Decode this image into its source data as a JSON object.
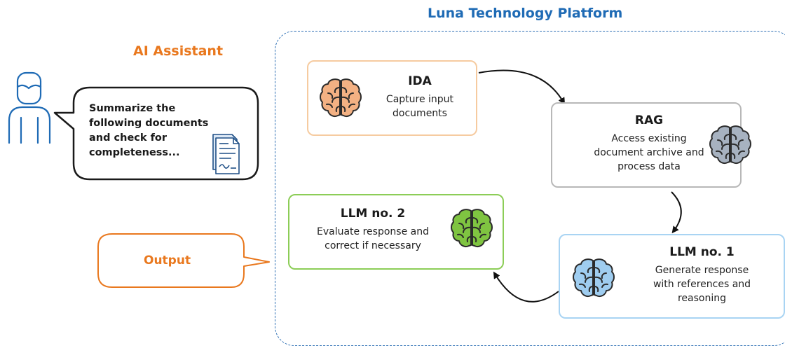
{
  "platform": {
    "title": "Luna Technology Platform",
    "border_color": "#2d6fb4"
  },
  "assistant": {
    "title": "AI Assistant",
    "accent_color": "#e9781e",
    "user_icon": "user-icon",
    "document_icon": "document-icon",
    "prompt_lines": [
      "Summarize the",
      "following documents",
      "and check for",
      "completeness..."
    ]
  },
  "output": {
    "label": "Output"
  },
  "steps": {
    "ida": {
      "title": "IDA",
      "desc_lines": [
        "Capture input",
        "documents"
      ],
      "color": "#f6cba0",
      "icon": "brain-icon"
    },
    "rag": {
      "title": "RAG",
      "desc_lines": [
        "Access existing",
        "document archive and",
        "process data"
      ],
      "color": "#b8b8b8",
      "icon": "brain-icon"
    },
    "llm1": {
      "title": "LLM no. 1",
      "desc_lines": [
        "Generate response",
        "with references and",
        "reasoning"
      ],
      "color": "#a9d4f3",
      "icon": "brain-icon"
    },
    "llm2": {
      "title": "LLM no. 2",
      "desc_lines": [
        "Evaluate response and",
        "correct if necessary"
      ],
      "color": "#8ccd57",
      "icon": "brain-icon"
    }
  }
}
